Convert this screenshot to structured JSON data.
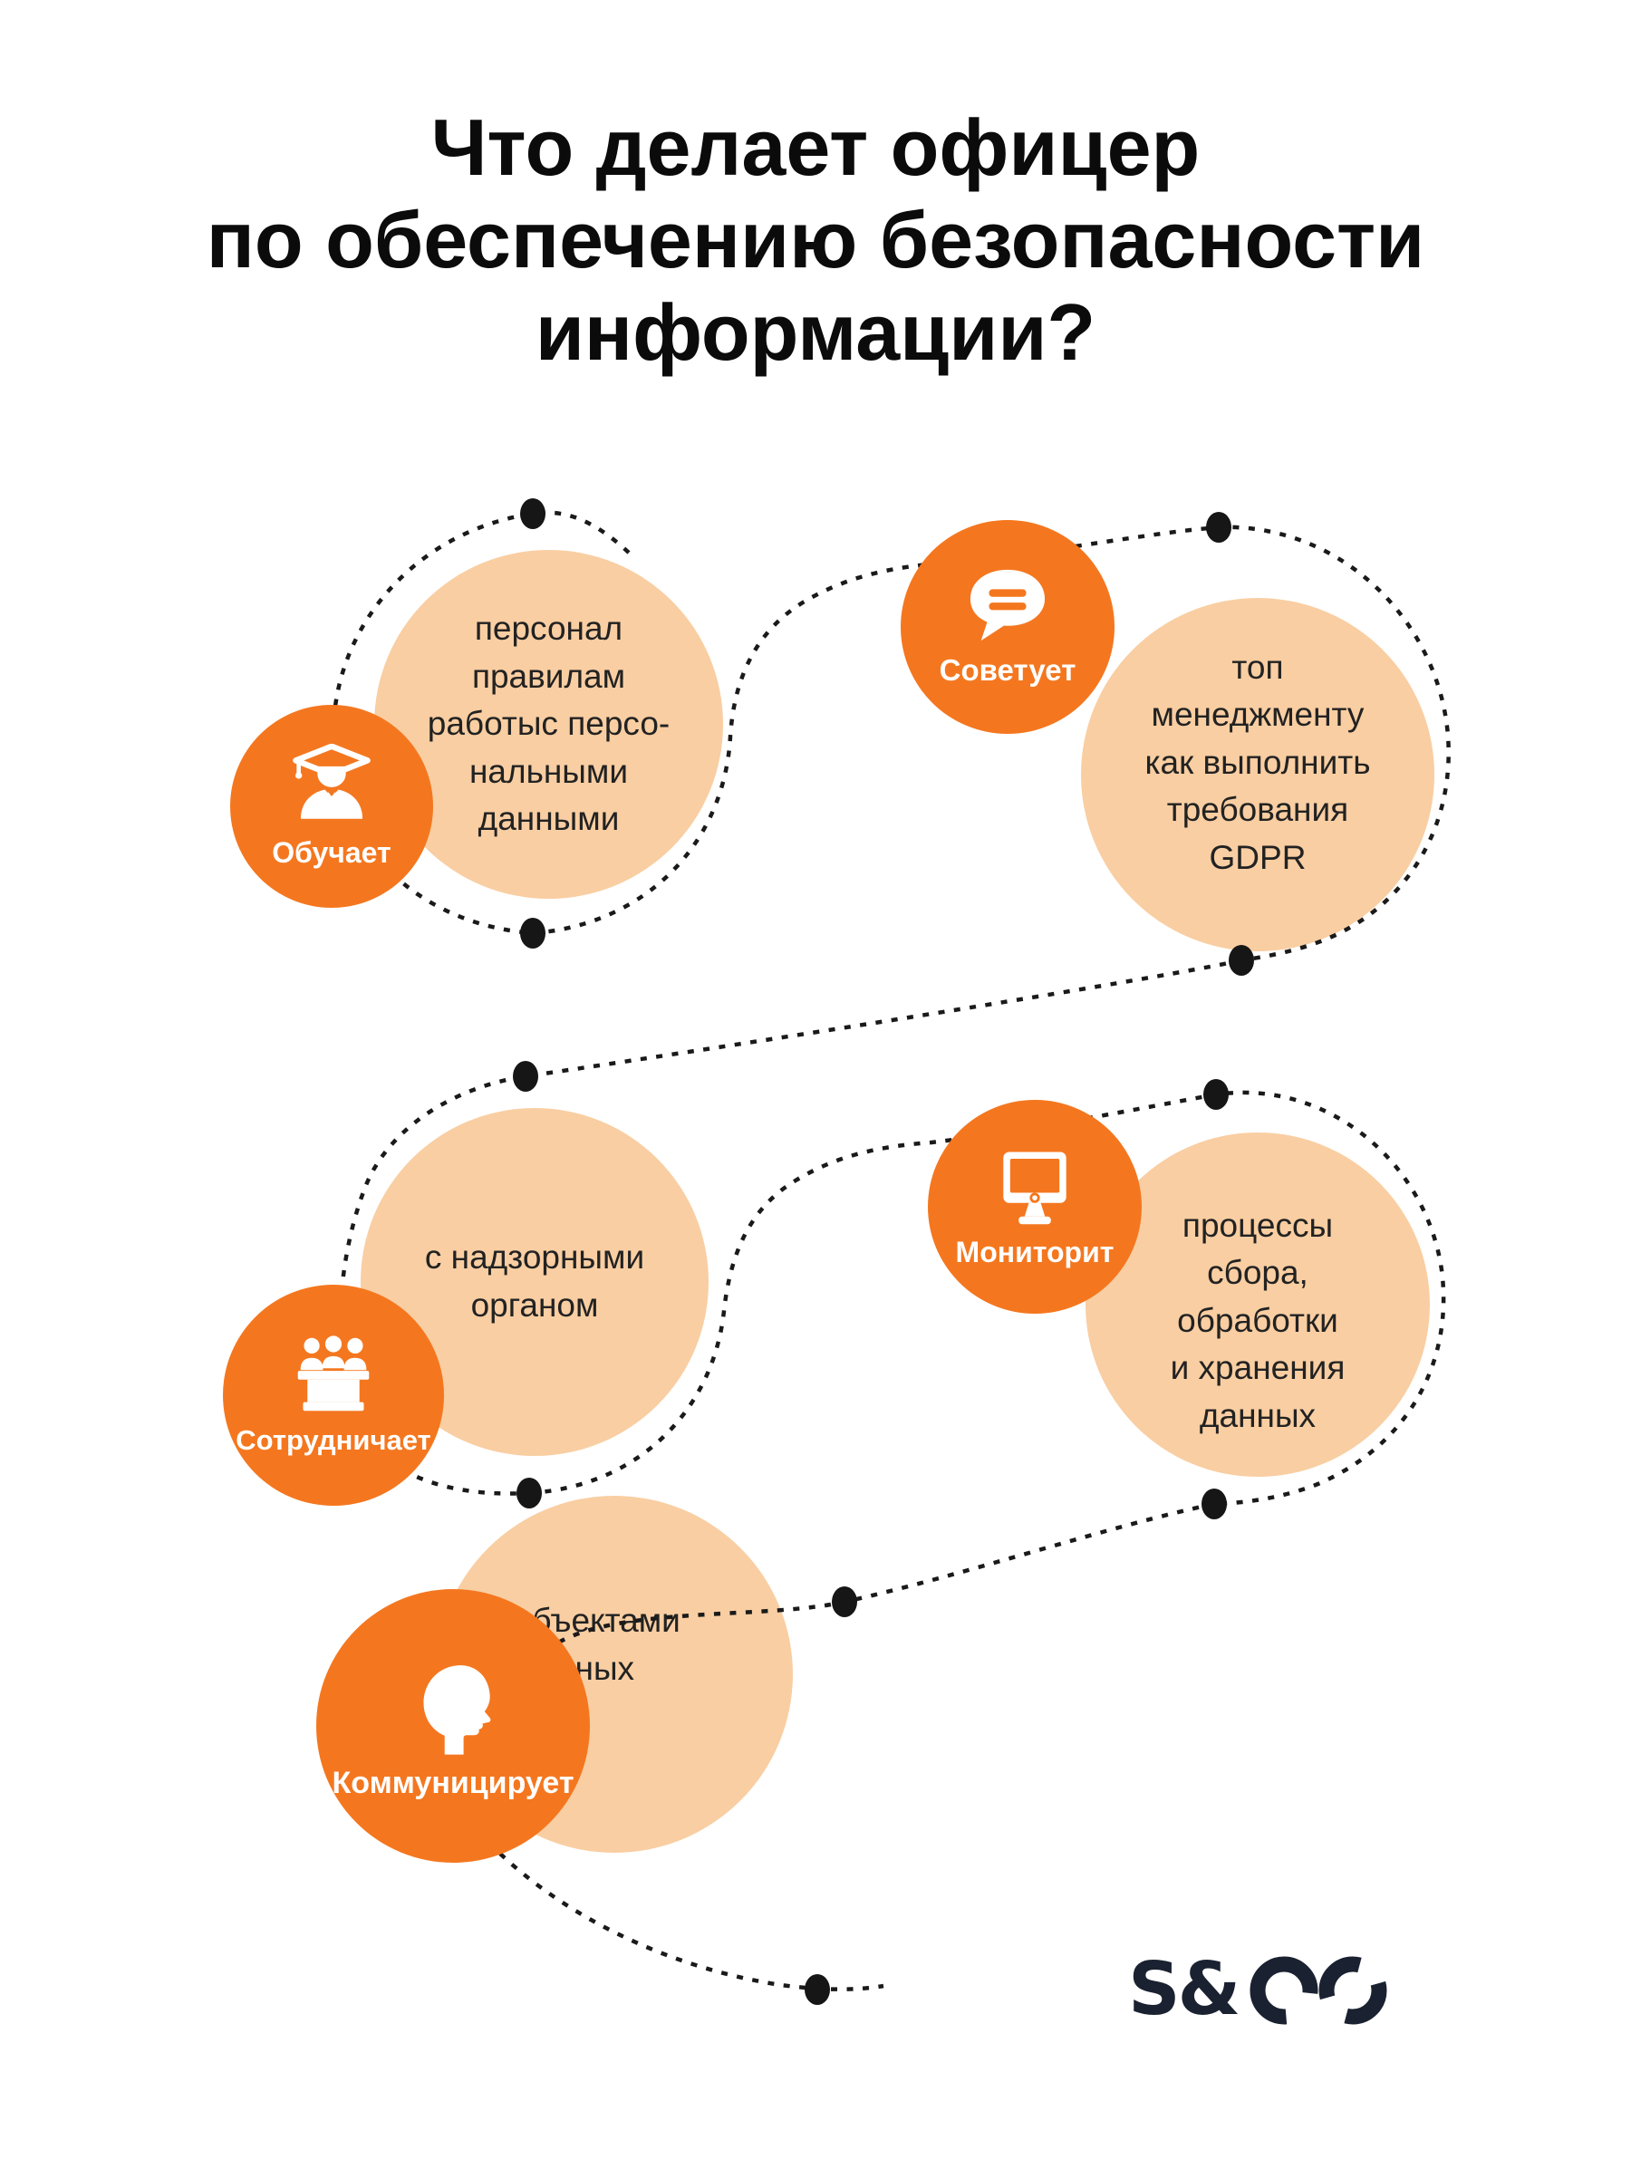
{
  "title": {
    "lines": [
      "Что делает офицер",
      "по обеспечению безопасности",
      "информации?"
    ]
  },
  "palette": {
    "orange": "#F4771F",
    "peach": "#F9CEA2",
    "dot_color": "#161616",
    "text_color": "#222222",
    "title_color": "#0b0b0b",
    "logo_color": "#1A2130"
  },
  "nodes": [
    {
      "id": "teaches",
      "label": "Обучает",
      "icon": "graduate-icon",
      "lines": [
        "персонал",
        "правилам",
        "работыс персо-",
        "нальными",
        "данными"
      ]
    },
    {
      "id": "advises",
      "label": "Советует",
      "icon": "chat-icon",
      "lines": [
        "топ",
        "менеджменту",
        "как выполнить",
        "требования",
        "GDPR"
      ]
    },
    {
      "id": "cooperates",
      "label": "Сотрудничает",
      "icon": "committee-icon",
      "lines": [
        "с надзорными",
        "органом"
      ]
    },
    {
      "id": "monitors",
      "label": "Мониторит",
      "icon": "monitor-icon",
      "lines": [
        "процессы",
        "сбора,",
        "обработки",
        "и хранения",
        "данных"
      ]
    },
    {
      "id": "communicates",
      "label": "Коммуницирует",
      "icon": "head-icon",
      "lines": [
        "с субъектами",
        "данных"
      ]
    }
  ],
  "logo": {
    "name": "S&CO",
    "text_part": "S&"
  }
}
